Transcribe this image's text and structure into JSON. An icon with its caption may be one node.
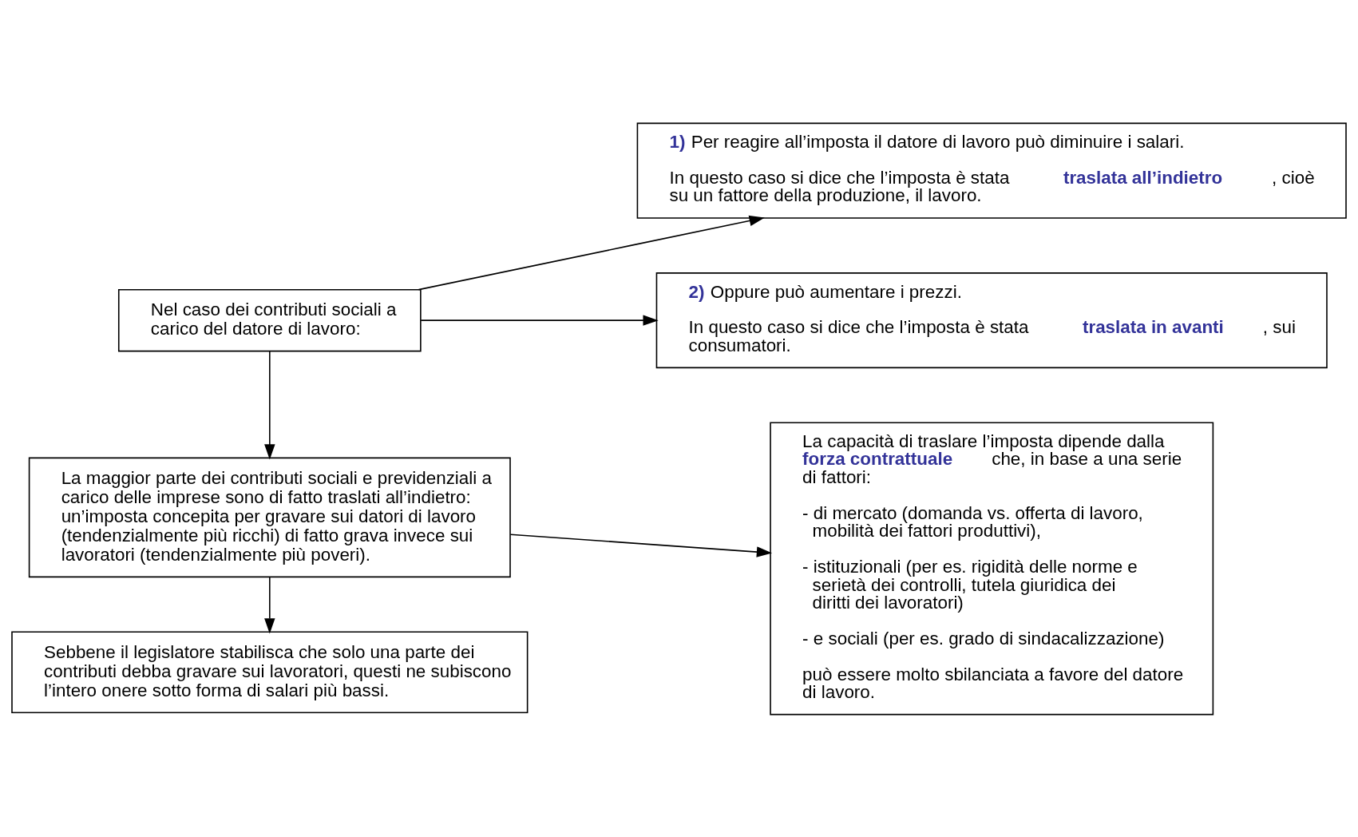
{
  "diagram": {
    "nodes": [
      {
        "text": [
          "Nel caso dei contributi sociali a carico del datore di lavoro:"
        ]
      },
      {
        "text": [
          "**1)** Per reagire all’imposta il datore di lavoro può diminuire i salari.",
          "In questo caso si dice che l’imposta è stata **traslata all’indietro**, cioè su un fattore della produzione, il lavoro."
        ]
      },
      {
        "text": [
          "**2)** Oppure può aumentare i prezzi.",
          "In questo caso si dice che l’imposta è stata **traslata in avanti**, sui consumatori."
        ]
      },
      {
        "text": [
          "La maggior parte dei contributi sociali e previdenziali a carico delle imprese sono di fatto traslati all’indietro: un’imposta concepita per gravare sui datori di lavoro (tendenzialmente più ricchi) di fatto grava invece sui lavoratori (tendenzialmente più poveri)."
        ]
      },
      {
        "text": [
          "La capacità di traslare l’imposta dipende dalla **forza contrattuale** che, in base a una serie di fattori:",
          "- di mercato (domanda vs. offerta di lavoro, mobilità dei fattori produttivi),",
          "- istituzionali (per es. rigidità delle norme e serietà dei controlli, tutela giuridica dei diritti dei lavoratori)",
          "- e sociali (per es. grado di sindacalizzazione)",
          "può essere molto sbilanciata a favore del datore di lavoro."
        ]
      },
      {
        "text": [
          "Sebbene il legislatore stabilisca che solo una parte dei contributi debba gravare sui lavoratori, questi ne subiscono l’intero onere sotto forma di salari più bassi."
        ]
      }
    ],
    "edges": [
      {
        "from": 0,
        "to": 1,
        "arrow": "to"
      },
      {
        "from": 0,
        "to": 2,
        "arrow": "to"
      },
      {
        "from": 0,
        "to": 3,
        "arrow": "to"
      },
      {
        "from": 3,
        "to": 4,
        "arrow": "to"
      },
      {
        "from": 3,
        "to": 5,
        "arrow": "to"
      }
    ]
  }
}
